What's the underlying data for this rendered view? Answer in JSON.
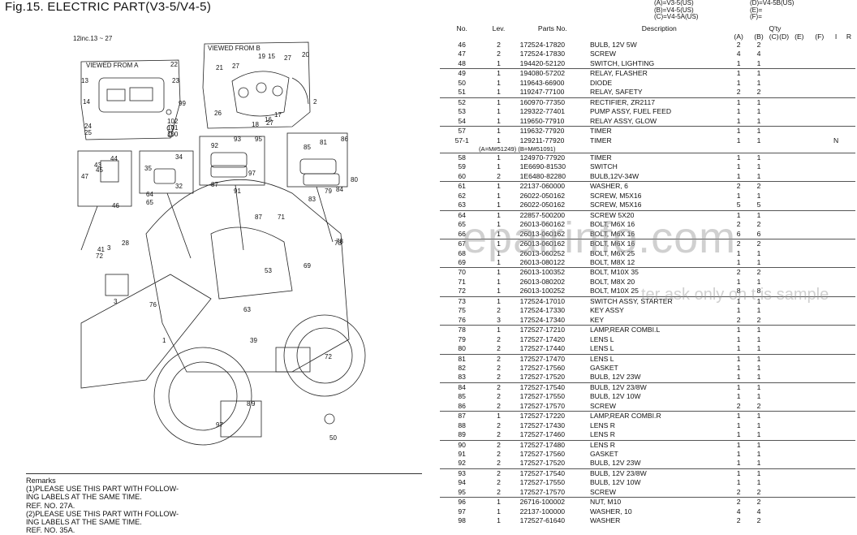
{
  "title": "Fig.15.  ELECTRIC PART(V3-5/V4-5)",
  "legend": {
    "col1": [
      "(A)=V3-5(US)",
      "(B)=V4-5(US)",
      "(C)=V4-5A(US)"
    ],
    "col2": [
      "(D)=V4-5B(US)",
      "(E)=",
      "(F)="
    ]
  },
  "header": {
    "no": "No.",
    "lev": "Lev.",
    "parts_no": "Parts No.",
    "description": "Description",
    "qty": "Q'ty",
    "cols": [
      "(A)",
      "(B)",
      "(C)",
      "(D)",
      "(E)",
      "(F)"
    ],
    "i": "I",
    "r": "R"
  },
  "diagram": {
    "ref": "12inc.13 ~ 27",
    "viewed_a": "VIEWED FROM A",
    "viewed_b": "VIEWED FROM B",
    "labels": [
      "22",
      "23",
      "13",
      "14",
      "99",
      "102",
      "101",
      "100",
      "24",
      "25",
      "21",
      "27",
      "19",
      "15",
      "27",
      "20",
      "26",
      "17",
      "16",
      "18",
      "27",
      "2",
      "47",
      "45",
      "44",
      "43",
      "46",
      "34",
      "35",
      "32",
      "92",
      "93",
      "95",
      "97",
      "87",
      "91",
      "85",
      "81",
      "86",
      "80",
      "79",
      "84",
      "83",
      "78",
      "64",
      "65",
      "87",
      "71",
      "76",
      "3",
      "28",
      "72",
      "41",
      "78",
      "69",
      "53",
      "3",
      "63",
      "39",
      "1",
      "72",
      "97",
      "8",
      "9",
      "50"
    ]
  },
  "remarks": [
    "Remarks",
    "(1)PLEASE USE THIS PART WITH FOLLOW-",
    "ING LABELS AT THE SAME TIME.",
    "REF. NO. 27A.",
    "(2)PLEASE USE THIS PART WITH FOLLOW-",
    "ING LABELS AT THE SAME TIME.",
    "REF. NO. 35A."
  ],
  "rows": [
    {
      "no": "46",
      "lev": "2",
      "pn": "172524-17820",
      "desc": "BULB, 12V 5W",
      "a": "2",
      "b": "2",
      "n": "",
      "sep": false
    },
    {
      "no": "47",
      "lev": "2",
      "pn": "172524-17830",
      "desc": "SCREW",
      "a": "4",
      "b": "4",
      "n": "",
      "sep": false
    },
    {
      "no": "48",
      "lev": "1",
      "pn": "194420-52120",
      "desc": "SWITCH, LIGHTING",
      "a": "1",
      "b": "1",
      "n": "",
      "sep": false
    },
    {
      "no": "49",
      "lev": "1",
      "pn": "194080-57202",
      "desc": "RELAY, FLASHER",
      "a": "1",
      "b": "1",
      "n": "",
      "sep": true
    },
    {
      "no": "50",
      "lev": "1",
      "pn": "119643-66900",
      "desc": "DIODE",
      "a": "1",
      "b": "1",
      "n": "",
      "sep": false
    },
    {
      "no": "51",
      "lev": "1",
      "pn": "119247-77100",
      "desc": "RELAY, SAFETY",
      "a": "2",
      "b": "2",
      "n": "",
      "sep": false
    },
    {
      "no": "52",
      "lev": "1",
      "pn": "160970-77350",
      "desc": "RECTIFIER, ZR2117",
      "a": "1",
      "b": "1",
      "n": "",
      "sep": true
    },
    {
      "no": "53",
      "lev": "1",
      "pn": "129322-77401",
      "desc": "PUMP ASSY, FUEL FEED",
      "a": "1",
      "b": "1",
      "n": "",
      "sep": false
    },
    {
      "no": "54",
      "lev": "1",
      "pn": "119650-77910",
      "desc": "RELAY ASSY, GLOW",
      "a": "1",
      "b": "1",
      "n": "",
      "sep": false
    },
    {
      "no": "57",
      "lev": "1",
      "pn": "119632-77920",
      "desc": "TIMER",
      "a": "1",
      "b": "1",
      "n": "",
      "sep": true
    },
    {
      "no": "57-1",
      "lev": "1",
      "pn": "129211-77920",
      "desc": "TIMER",
      "a": "1",
      "b": "1",
      "n": "N",
      "sep": false
    },
    {
      "note": "(A=M#51249)       (B=M#51091)"
    },
    {
      "no": "58",
      "lev": "1",
      "pn": "124970-77920",
      "desc": "TIMER",
      "a": "1",
      "b": "1",
      "n": "",
      "sep": true
    },
    {
      "no": "59",
      "lev": "1",
      "pn": "1E6690-81530",
      "desc": "SWITCH",
      "a": "1",
      "b": "1",
      "n": "",
      "sep": false
    },
    {
      "no": "60",
      "lev": "2",
      "pn": "1E6480-82280",
      "desc": "BULB,12V-34W",
      "a": "1",
      "b": "1",
      "n": "",
      "sep": false
    },
    {
      "no": "61",
      "lev": "1",
      "pn": "22137-060000",
      "desc": "WASHER,  6",
      "a": "2",
      "b": "2",
      "n": "",
      "sep": true
    },
    {
      "no": "62",
      "lev": "1",
      "pn": "26022-050162",
      "desc": "SCREW, M5X16",
      "a": "1",
      "b": "1",
      "n": "",
      "sep": false
    },
    {
      "no": "63",
      "lev": "1",
      "pn": "26022-050162",
      "desc": "SCREW, M5X16",
      "a": "5",
      "b": "5",
      "n": "",
      "sep": false
    },
    {
      "no": "64",
      "lev": "1",
      "pn": "22857-500200",
      "desc": "SCREW 5X20",
      "a": "1",
      "b": "1",
      "n": "",
      "sep": true
    },
    {
      "no": "65",
      "lev": "1",
      "pn": "26013-060162",
      "desc": "BOLT, M6X 16",
      "a": "2",
      "b": "2",
      "n": "",
      "sep": false
    },
    {
      "no": "66",
      "lev": "1",
      "pn": "26013-060162",
      "desc": "BOLT, M6X 16",
      "a": "6",
      "b": "6",
      "n": "",
      "sep": false
    },
    {
      "no": "67",
      "lev": "1",
      "pn": "26013-060162",
      "desc": "BOLT, M6X 16",
      "a": "2",
      "b": "2",
      "n": "",
      "sep": true
    },
    {
      "no": "68",
      "lev": "1",
      "pn": "26013-060252",
      "desc": "BOLT, M6X 25",
      "a": "1",
      "b": "1",
      "n": "",
      "sep": false
    },
    {
      "no": "69",
      "lev": "1",
      "pn": "26013-080122",
      "desc": "BOLT, M8X 12",
      "a": "1",
      "b": "1",
      "n": "",
      "sep": false
    },
    {
      "no": "70",
      "lev": "1",
      "pn": "26013-100352",
      "desc": "BOLT, M10X 35",
      "a": "2",
      "b": "2",
      "n": "",
      "sep": true
    },
    {
      "no": "71",
      "lev": "1",
      "pn": "26013-080202",
      "desc": "BOLT, M8X 20",
      "a": "1",
      "b": "1",
      "n": "",
      "sep": false
    },
    {
      "no": "72",
      "lev": "1",
      "pn": "26013-100252",
      "desc": "BOLT, M10X 25",
      "a": "8",
      "b": "8",
      "n": "",
      "sep": false
    },
    {
      "no": "73",
      "lev": "1",
      "pn": "172524-17010",
      "desc": "SWITCH ASSY, STARTER",
      "a": "1",
      "b": "1",
      "n": "",
      "sep": true
    },
    {
      "no": "75",
      "lev": "2",
      "pn": "172524-17330",
      "desc": "KEY ASSY",
      "a": "1",
      "b": "1",
      "n": "",
      "sep": false
    },
    {
      "no": "76",
      "lev": "3",
      "pn": "172524-17340",
      "desc": "KEY",
      "a": "2",
      "b": "2",
      "n": "",
      "sep": false
    },
    {
      "no": "78",
      "lev": "1",
      "pn": "172527-17210",
      "desc": "LAMP,REAR COMBI.L",
      "a": "1",
      "b": "1",
      "n": "",
      "sep": true
    },
    {
      "no": "79",
      "lev": "2",
      "pn": "172527-17420",
      "desc": "LENS L",
      "a": "1",
      "b": "1",
      "n": "",
      "sep": false
    },
    {
      "no": "80",
      "lev": "2",
      "pn": "172527-17440",
      "desc": "LENS L",
      "a": "1",
      "b": "1",
      "n": "",
      "sep": false
    },
    {
      "no": "81",
      "lev": "2",
      "pn": "172527-17470",
      "desc": "LENS L",
      "a": "1",
      "b": "1",
      "n": "",
      "sep": true
    },
    {
      "no": "82",
      "lev": "2",
      "pn": "172527-17560",
      "desc": "GASKET",
      "a": "1",
      "b": "1",
      "n": "",
      "sep": false
    },
    {
      "no": "83",
      "lev": "2",
      "pn": "172527-17520",
      "desc": "BULB, 12V 23W",
      "a": "1",
      "b": "1",
      "n": "",
      "sep": false
    },
    {
      "no": "84",
      "lev": "2",
      "pn": "172527-17540",
      "desc": "BULB, 12V 23/8W",
      "a": "1",
      "b": "1",
      "n": "",
      "sep": true
    },
    {
      "no": "85",
      "lev": "2",
      "pn": "172527-17550",
      "desc": "BULB, 12V 10W",
      "a": "1",
      "b": "1",
      "n": "",
      "sep": false
    },
    {
      "no": "86",
      "lev": "2",
      "pn": "172527-17570",
      "desc": "SCREW",
      "a": "2",
      "b": "2",
      "n": "",
      "sep": false
    },
    {
      "no": "87",
      "lev": "1",
      "pn": "172527-17220",
      "desc": "LAMP,REAR COMBI.R",
      "a": "1",
      "b": "1",
      "n": "",
      "sep": true
    },
    {
      "no": "88",
      "lev": "2",
      "pn": "172527-17430",
      "desc": "LENS R",
      "a": "1",
      "b": "1",
      "n": "",
      "sep": false
    },
    {
      "no": "89",
      "lev": "2",
      "pn": "172527-17460",
      "desc": "LENS R",
      "a": "1",
      "b": "1",
      "n": "",
      "sep": false
    },
    {
      "no": "90",
      "lev": "2",
      "pn": "172527-17480",
      "desc": "LENS R",
      "a": "1",
      "b": "1",
      "n": "",
      "sep": true
    },
    {
      "no": "91",
      "lev": "2",
      "pn": "172527-17560",
      "desc": "GASKET",
      "a": "1",
      "b": "1",
      "n": "",
      "sep": false
    },
    {
      "no": "92",
      "lev": "2",
      "pn": "172527-17520",
      "desc": "BULB, 12V 23W",
      "a": "1",
      "b": "1",
      "n": "",
      "sep": false
    },
    {
      "no": "93",
      "lev": "2",
      "pn": "172527-17540",
      "desc": "BULB, 12V 23/8W",
      "a": "1",
      "b": "1",
      "n": "",
      "sep": true
    },
    {
      "no": "94",
      "lev": "2",
      "pn": "172527-17550",
      "desc": "BULB, 12V 10W",
      "a": "1",
      "b": "1",
      "n": "",
      "sep": false
    },
    {
      "no": "95",
      "lev": "2",
      "pn": "172527-17570",
      "desc": "SCREW",
      "a": "2",
      "b": "2",
      "n": "",
      "sep": false
    },
    {
      "no": "96",
      "lev": "1",
      "pn": "26716-100002",
      "desc": "NUT, M10",
      "a": "2",
      "b": "2",
      "n": "",
      "sep": true
    },
    {
      "no": "97",
      "lev": "1",
      "pn": "22137-100000",
      "desc": "WASHER, 10",
      "a": "4",
      "b": "4",
      "n": "",
      "sep": false
    },
    {
      "no": "98",
      "lev": "1",
      "pn": "172527-61640",
      "desc": "WASHER",
      "a": "2",
      "b": "2",
      "n": "",
      "sep": false
    }
  ],
  "watermark": "epairinfo.com",
  "watermark2": "ter ask only on t is sample"
}
